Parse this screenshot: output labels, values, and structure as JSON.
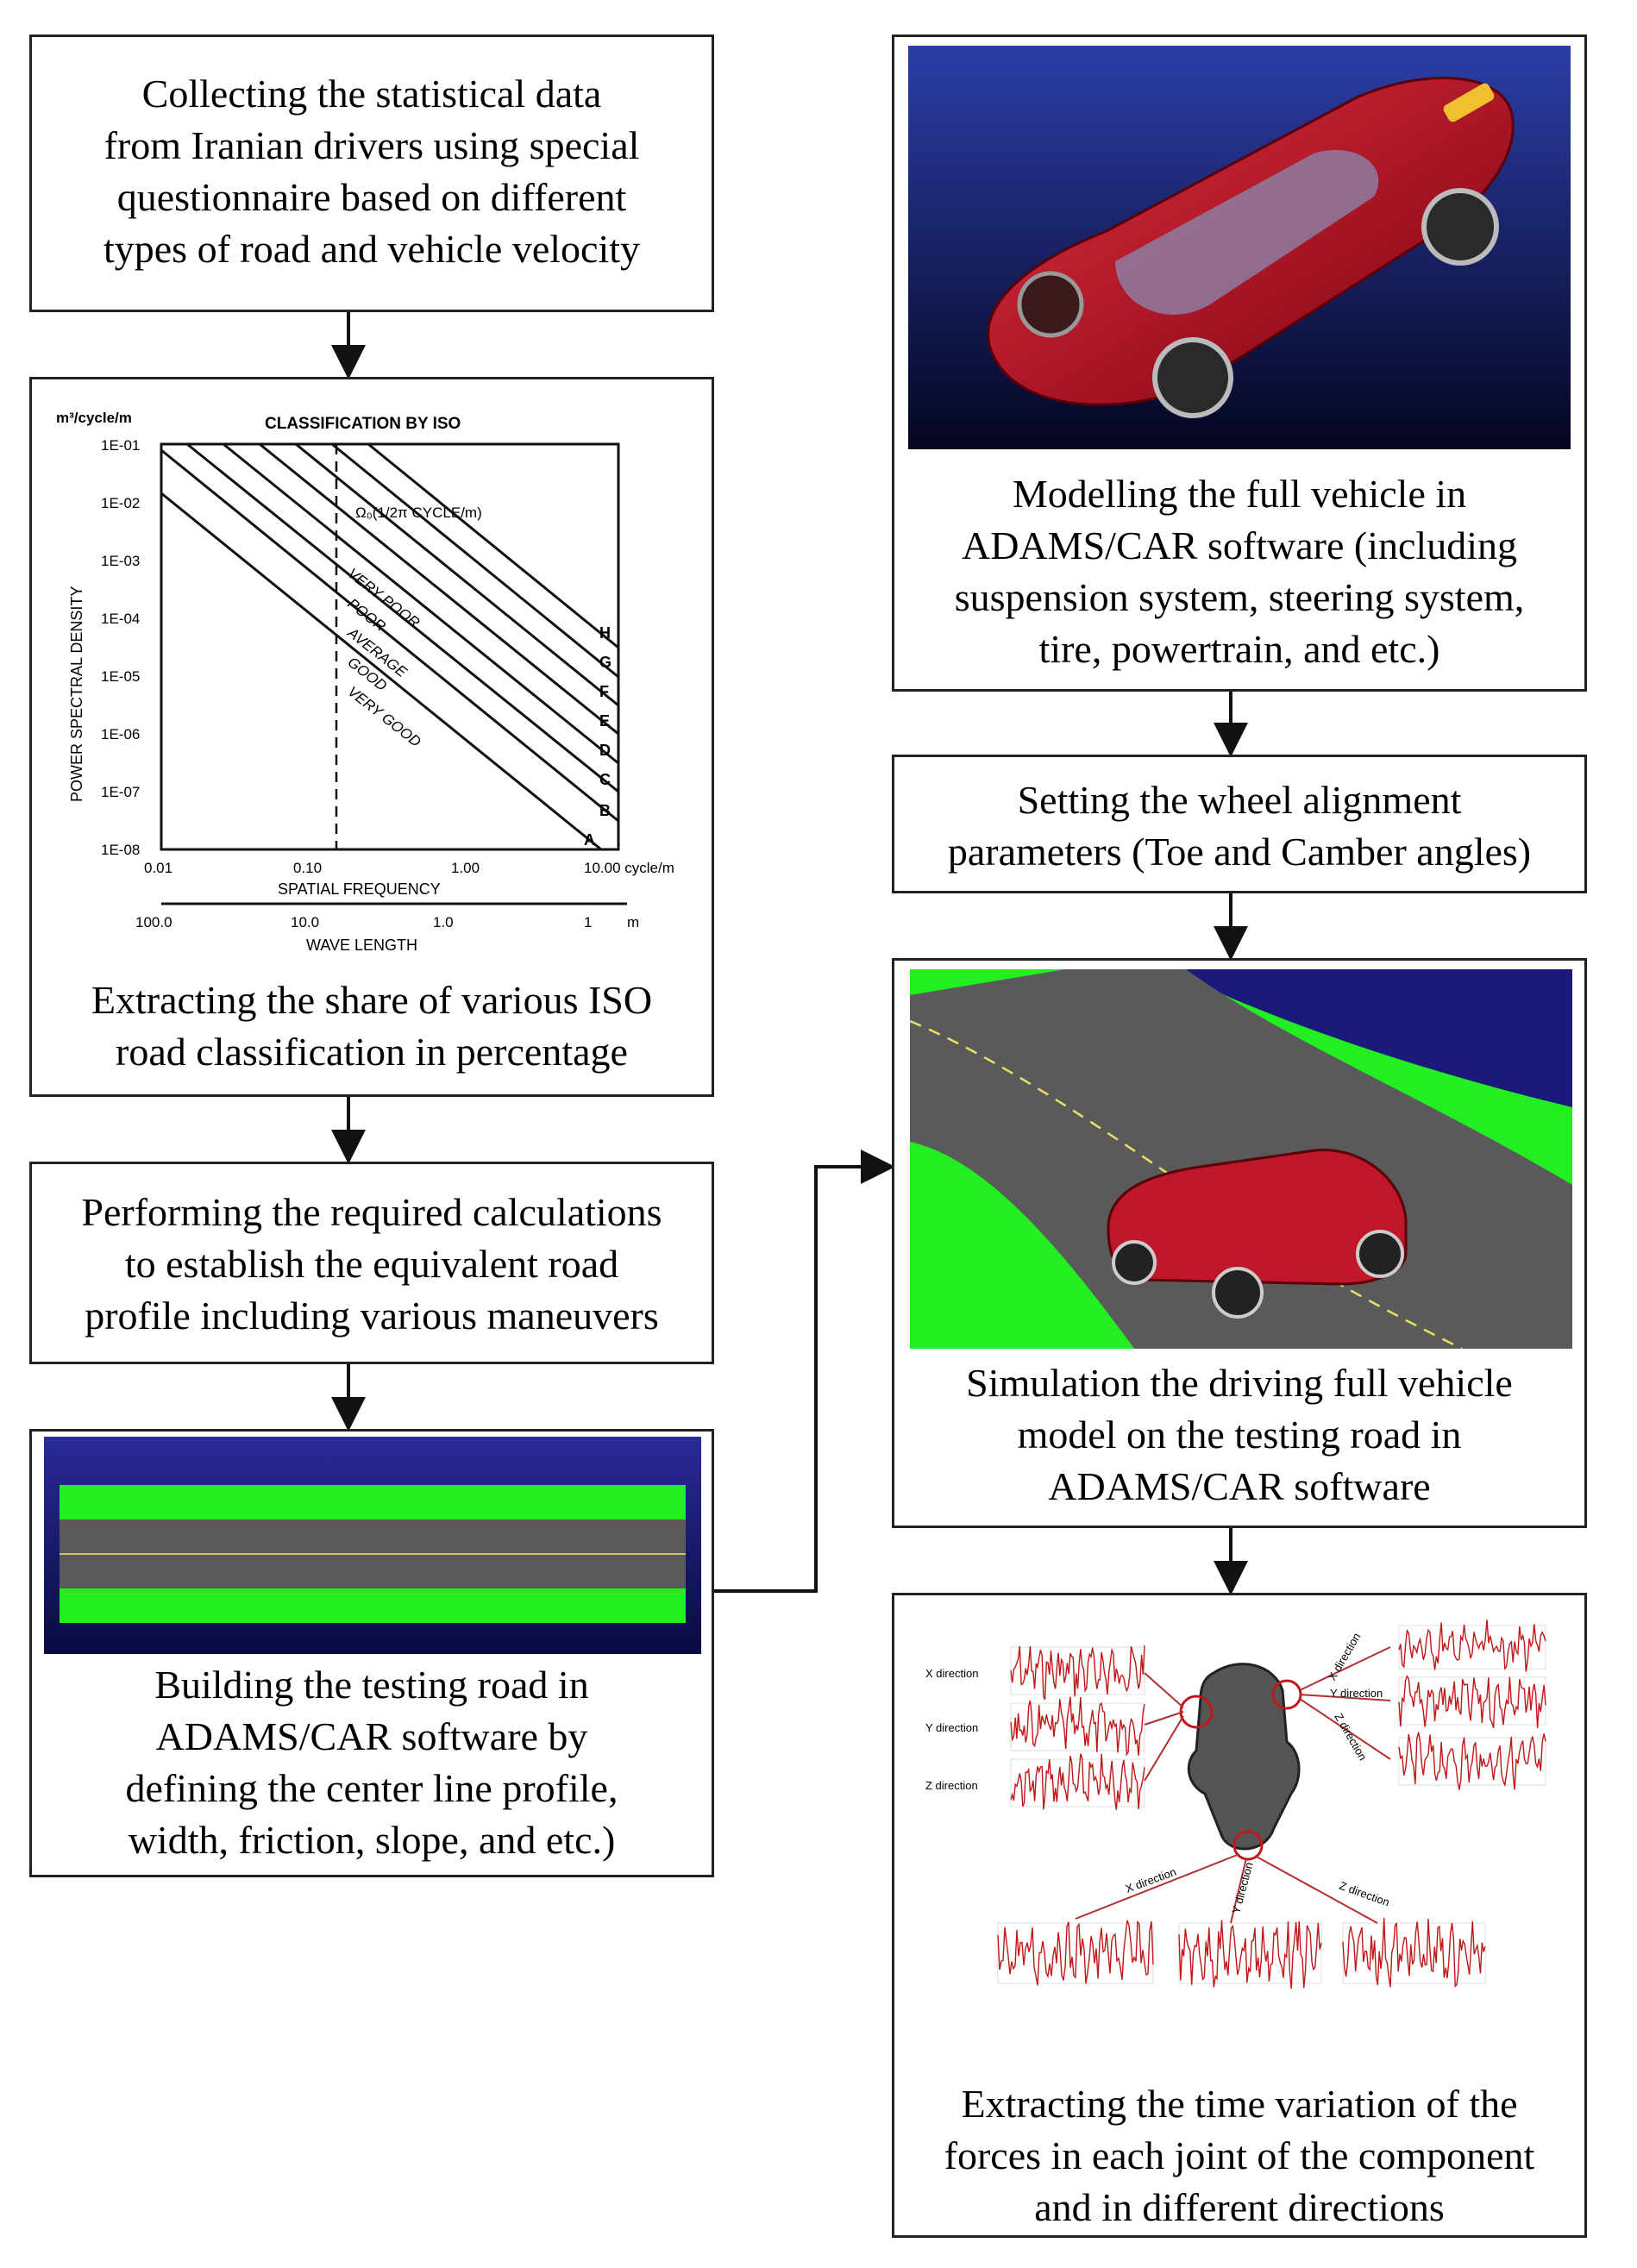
{
  "steps": {
    "collect": {
      "lines": [
        "Collecting the statistical data",
        "from Iranian drivers using special",
        "questionnaire based on different",
        "types of road and vehicle velocity"
      ]
    },
    "extract_iso": {
      "lines": [
        "Extracting the share of various ISO",
        "road classification in percentage"
      ]
    },
    "calc": {
      "lines": [
        "Performing the required calculations",
        "to establish the equivalent road",
        "profile including various maneuvers"
      ]
    },
    "build_road": {
      "lines": [
        "Building the testing road in",
        "ADAMS/CAR software by",
        "defining the center line profile,",
        "width, friction, slope, and etc.)"
      ]
    },
    "model": {
      "lines": [
        "Modelling the full vehicle in",
        "ADAMS/CAR software (including",
        "suspension system, steering system,",
        "tire, powertrain, and etc.)"
      ]
    },
    "alignment": {
      "lines": [
        "Setting the wheel alignment",
        "parameters (Toe and Camber angles)"
      ]
    },
    "simulate": {
      "lines": [
        "Simulation the driving full vehicle",
        "model on the testing road in",
        "ADAMS/CAR software"
      ]
    },
    "forces": {
      "lines": [
        "Extracting the time variation of the",
        "forces in each joint of the component",
        "and in different directions"
      ]
    }
  },
  "iso_chart": {
    "title": "CLASSIFICATION BY ISO",
    "y_unit": "m³/cycle/m",
    "ylabel": "POWER SPECTRAL DENSITY",
    "y_ticks": [
      "1E-01",
      "1E-02",
      "1E-03",
      "1E-04",
      "1E-05",
      "1E-06",
      "1E-07",
      "1E-08"
    ],
    "xlabel": "SPATIAL FREQUENCY",
    "x_ticks": [
      "0.01",
      "0.10",
      "1.00",
      "10.00 cycle/m"
    ],
    "wave_label": "WAVE LENGTH",
    "wave_ticks": [
      "100.0",
      "10.0",
      "1.0",
      "1",
      "m"
    ],
    "reference_label": "Ω₀(1/2π CYCLE/m)",
    "classes": [
      "A",
      "B",
      "C",
      "D",
      "E",
      "F",
      "G",
      "H"
    ],
    "quality_labels": [
      "VERY POOR",
      "POOR",
      "AVERAGE",
      "GOOD",
      "VERY GOOD"
    ]
  },
  "force_panel": {
    "left_labels": [
      "X direction",
      "Y direction",
      "Z direction"
    ],
    "right_labels": [
      "X direction",
      "Y direction",
      "Z direction"
    ],
    "bottom_labels": [
      "X direction",
      "Y direction",
      "Z direction"
    ]
  },
  "colors": {
    "border": "#222222",
    "road_green": "#22ee22",
    "road_gray": "#5a5a5a",
    "sky_blue": "#1a1a7a",
    "car_red": "#c0182a",
    "signal_red": "#c01818"
  }
}
